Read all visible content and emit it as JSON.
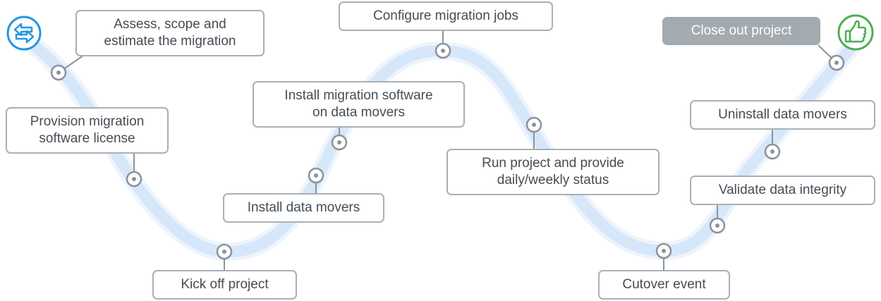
{
  "colors": {
    "path": "#d6e7fa",
    "node": "#8b939a",
    "box_border": "#a9b0b5",
    "text": "#454d54",
    "final_fill": "#a3aab0",
    "start_icon": "#2396e5",
    "end_icon": "#4caf50"
  },
  "icons": {
    "start": "two-way-arrows-icon",
    "end": "thumbs-up-icon"
  },
  "steps": [
    {
      "name": "step-assess",
      "lines": [
        "Assess, scope and",
        "estimate the migration"
      ]
    },
    {
      "name": "step-provision",
      "lines": [
        "Provision migration",
        "software license"
      ]
    },
    {
      "name": "step-kickoff",
      "lines": [
        "Kick off project"
      ]
    },
    {
      "name": "step-install-movers",
      "lines": [
        "Install data movers"
      ]
    },
    {
      "name": "step-install-software",
      "lines": [
        "Install migration software",
        "on data movers"
      ]
    },
    {
      "name": "step-configure",
      "lines": [
        "Configure migration jobs"
      ]
    },
    {
      "name": "step-run",
      "lines": [
        "Run project and provide",
        "daily/weekly status"
      ]
    },
    {
      "name": "step-cutover",
      "lines": [
        "Cutover event"
      ]
    },
    {
      "name": "step-validate",
      "lines": [
        "Validate data integrity"
      ]
    },
    {
      "name": "step-uninstall",
      "lines": [
        "Uninstall data movers"
      ]
    },
    {
      "name": "step-close",
      "lines": [
        "Close out project"
      ],
      "final": true
    }
  ]
}
